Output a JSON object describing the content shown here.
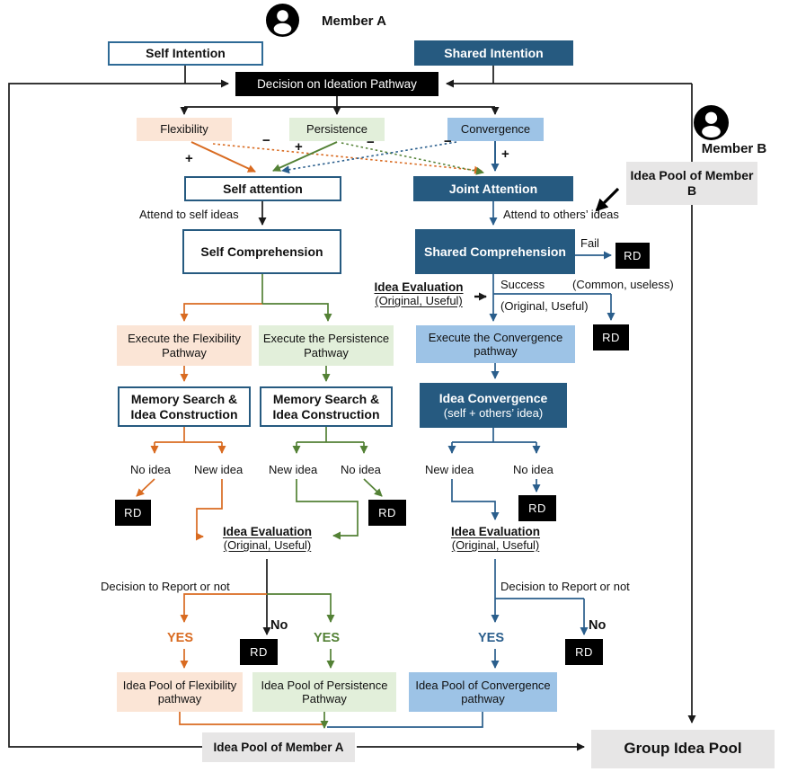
{
  "members": {
    "a_label": "Member A",
    "b_label": "Member B"
  },
  "nodes": {
    "self_intention": "Self Intention",
    "shared_intention": "Shared Intention",
    "decision_pathway": "Decision on Ideation Pathway",
    "flexibility": "Flexibility",
    "persistence": "Persistence",
    "convergence": "Convergence",
    "self_attention": "Self attention",
    "joint_attention": "Joint Attention",
    "self_comprehension": "Self Comprehension",
    "shared_comprehension": "Shared Comprehension",
    "execute_flexibility": "Execute the Flexibility Pathway",
    "execute_persistence": "Execute the Persistence Pathway",
    "execute_convergence": "Execute the Convergence pathway",
    "memory_search": "Memory Search & Idea Construction",
    "idea_convergence_title": "Idea Convergence",
    "idea_convergence_sub": "(self + others’ idea)",
    "pool_flexibility": "Idea Pool of Flexibility pathway",
    "pool_persistence": "Idea Pool of Persistence Pathway",
    "pool_convergence": "Idea Pool of Convergence pathway",
    "member_a_pool": "Idea Pool of Member A",
    "member_b_pool": "Idea Pool of Member B",
    "group_pool": "Group Idea Pool",
    "rd": "RD"
  },
  "labels": {
    "attend_self": "Attend to self ideas",
    "attend_others": "Attend to others’ ideas",
    "fail": "Fail",
    "success": "Success",
    "common_useless": "(Common, useless)",
    "original_useful": "(Original, Useful)",
    "idea_evaluation": "Idea Evaluation",
    "no_idea": "No idea",
    "new_idea": "New idea",
    "decision_report": "Decision to Report or not",
    "yes": "YES",
    "no": "No",
    "plus": "+",
    "minus": "−"
  },
  "colors": {
    "dark_blue": "#265A80",
    "light_blue": "#9DC3E6",
    "peach": "#FBE5D6",
    "light_green": "#E2EFDA",
    "gray": "#E7E6E6",
    "orange_line": "#D96B21",
    "green_line": "#538135",
    "blue_line": "#2A5E8C",
    "black_line": "#1a1a1a"
  }
}
